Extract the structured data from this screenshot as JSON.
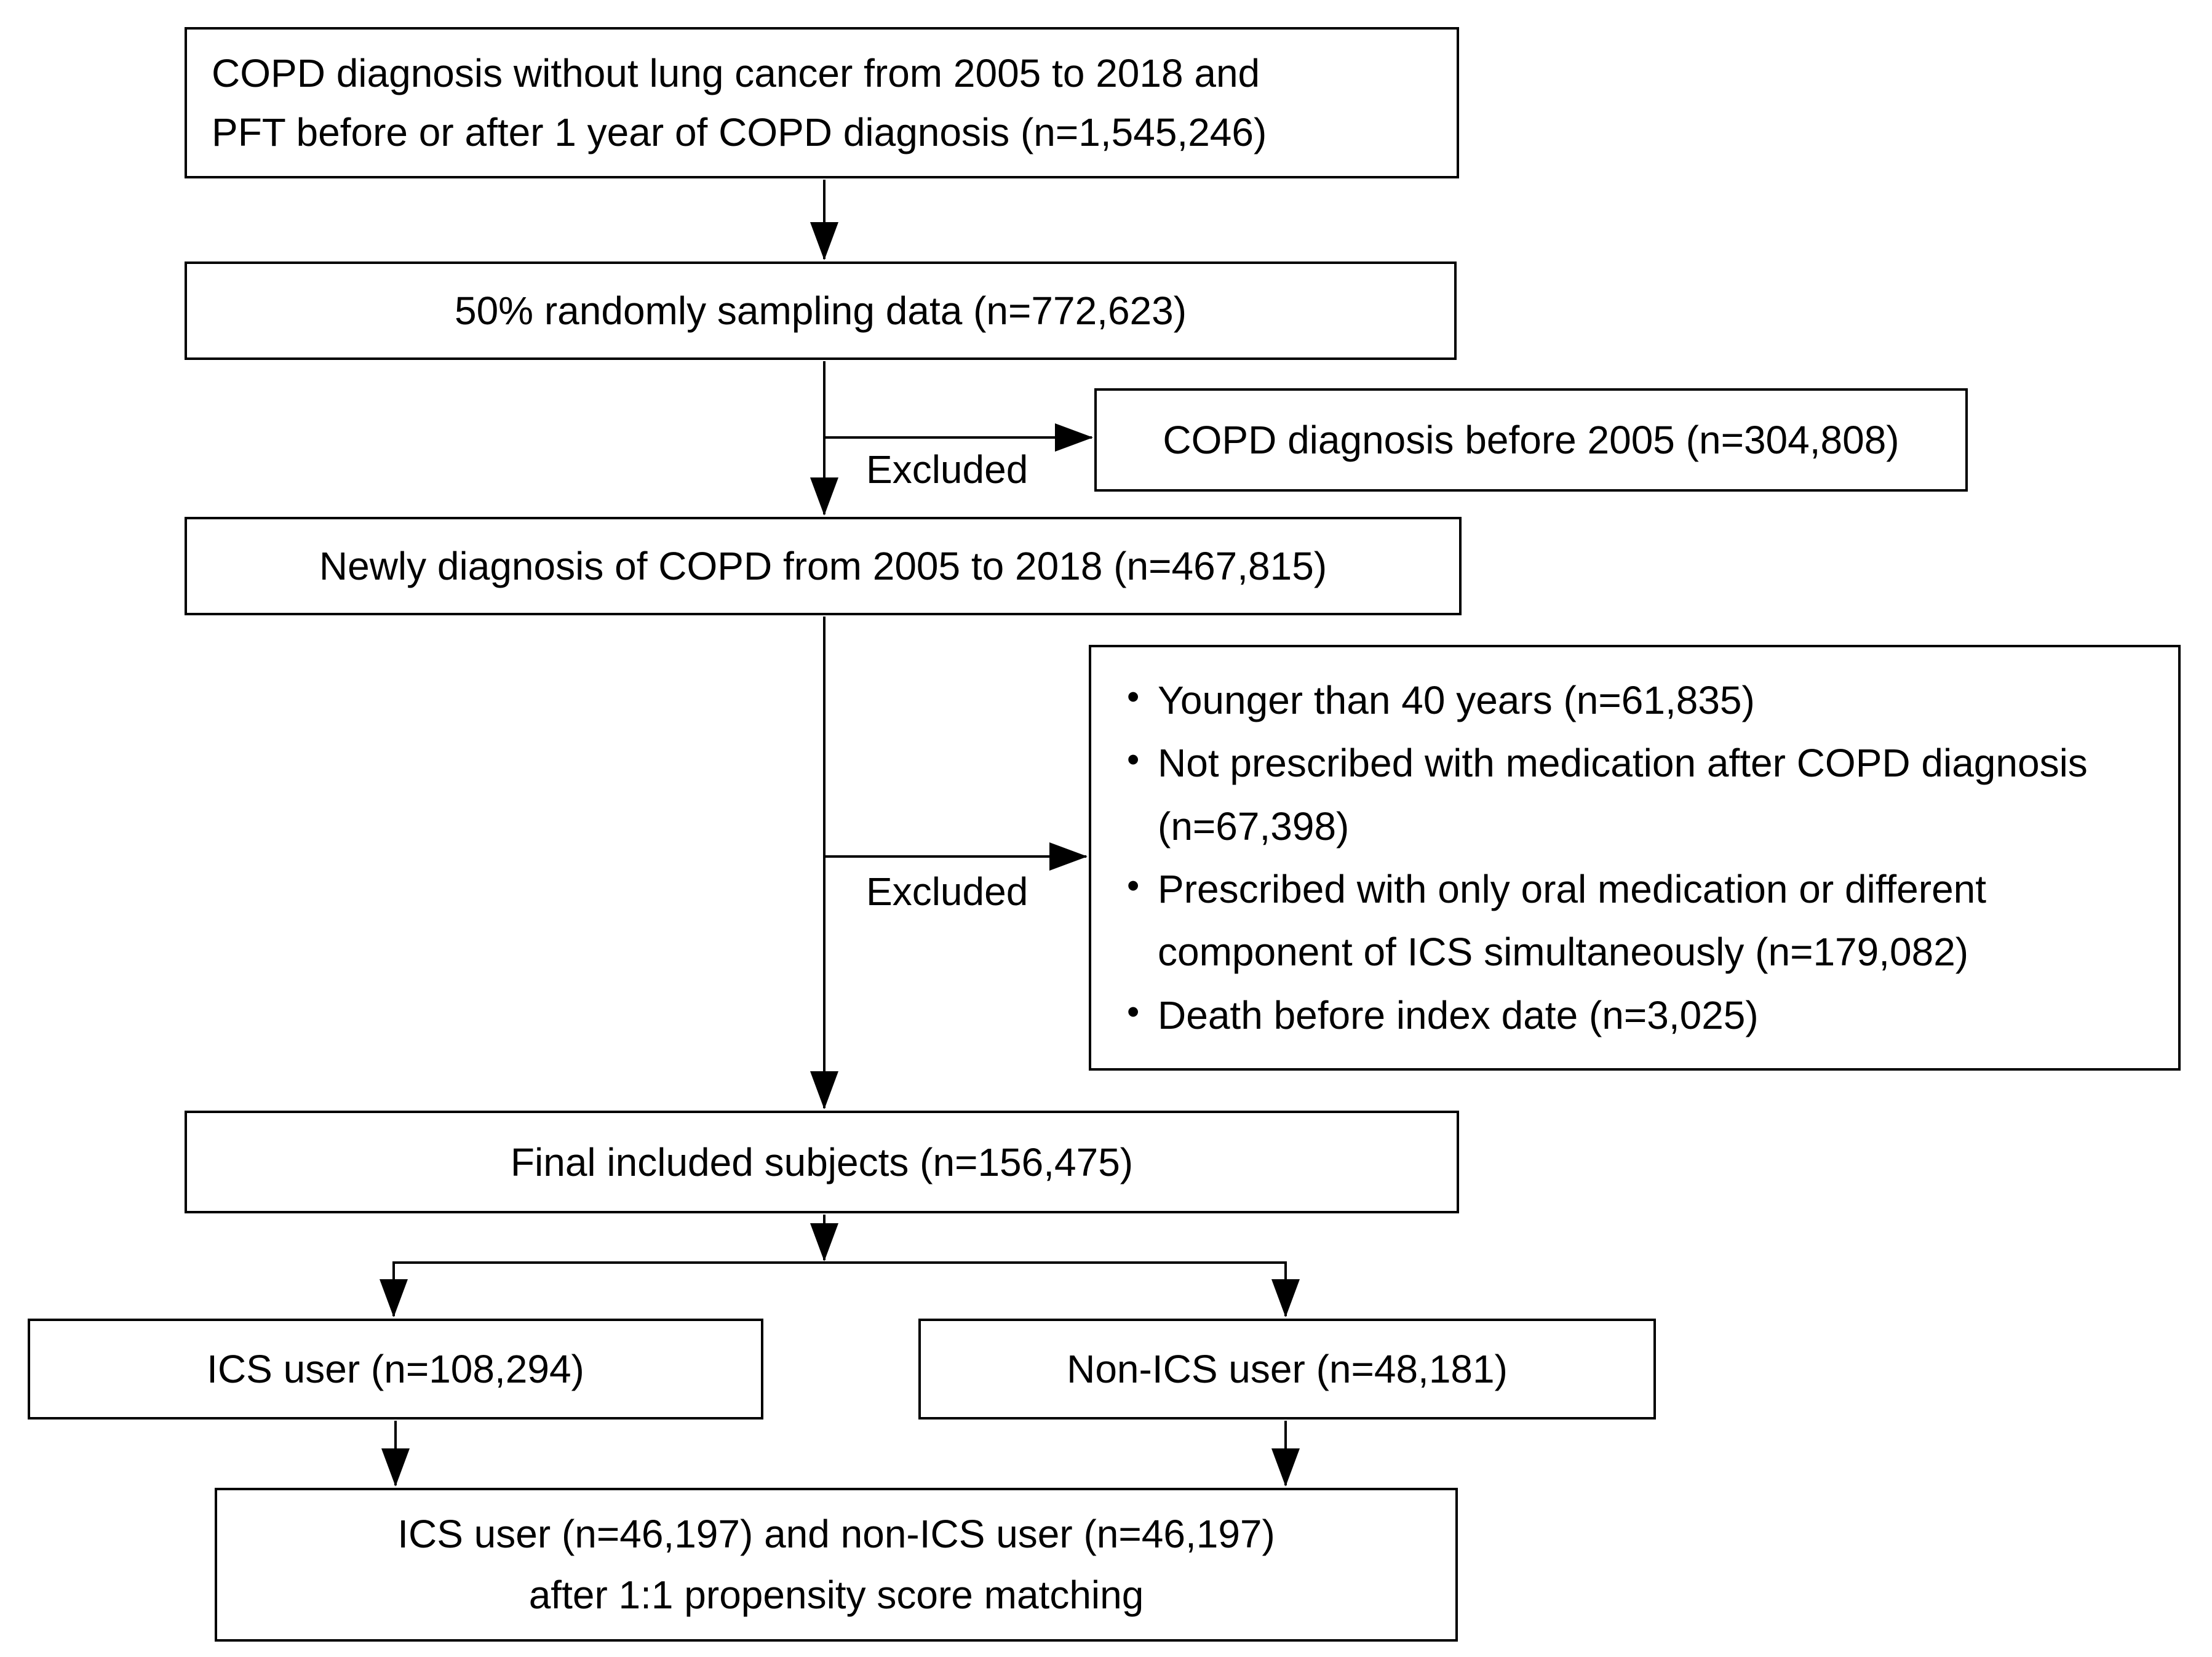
{
  "diagram": {
    "background_color": "#ffffff",
    "line_color": "#000000",
    "boxes": {
      "source": {
        "line1": "COPD diagnosis without lung cancer from 2005 to 2018 and",
        "line2": "PFT before or after 1 year of COPD diagnosis (n=1,545,246)"
      },
      "sampling": {
        "text": "50% randomly sampling data (n=772,623)"
      },
      "excluded_before_2005": {
        "text": "COPD diagnosis before 2005 (n=304,808)"
      },
      "newly_diagnosed": {
        "text": "Newly diagnosis of COPD from 2005 to 2018 (n=467,815)"
      },
      "exclusion_criteria": {
        "bullet_glyph": "•",
        "items": [
          "Younger than 40 years (n=61,835)",
          "Not prescribed with medication after COPD diagnosis (n=67,398)",
          "Prescribed with only oral medication or different component of ICS simultaneously (n=179,082)",
          "Death before index date (n=3,025)"
        ]
      },
      "final_subjects": {
        "text": "Final included subjects (n=156,475)"
      },
      "ics_user": {
        "text": "ICS user (n=108,294)"
      },
      "non_ics_user": {
        "text": "Non-ICS user (n=48,181)"
      },
      "matched": {
        "line1": "ICS user (n=46,197) and non-ICS user (n=46,197)",
        "line2": "after 1:1 propensity score matching"
      }
    },
    "labels": {
      "excluded_1": "Excluded",
      "excluded_2": "Excluded"
    }
  }
}
